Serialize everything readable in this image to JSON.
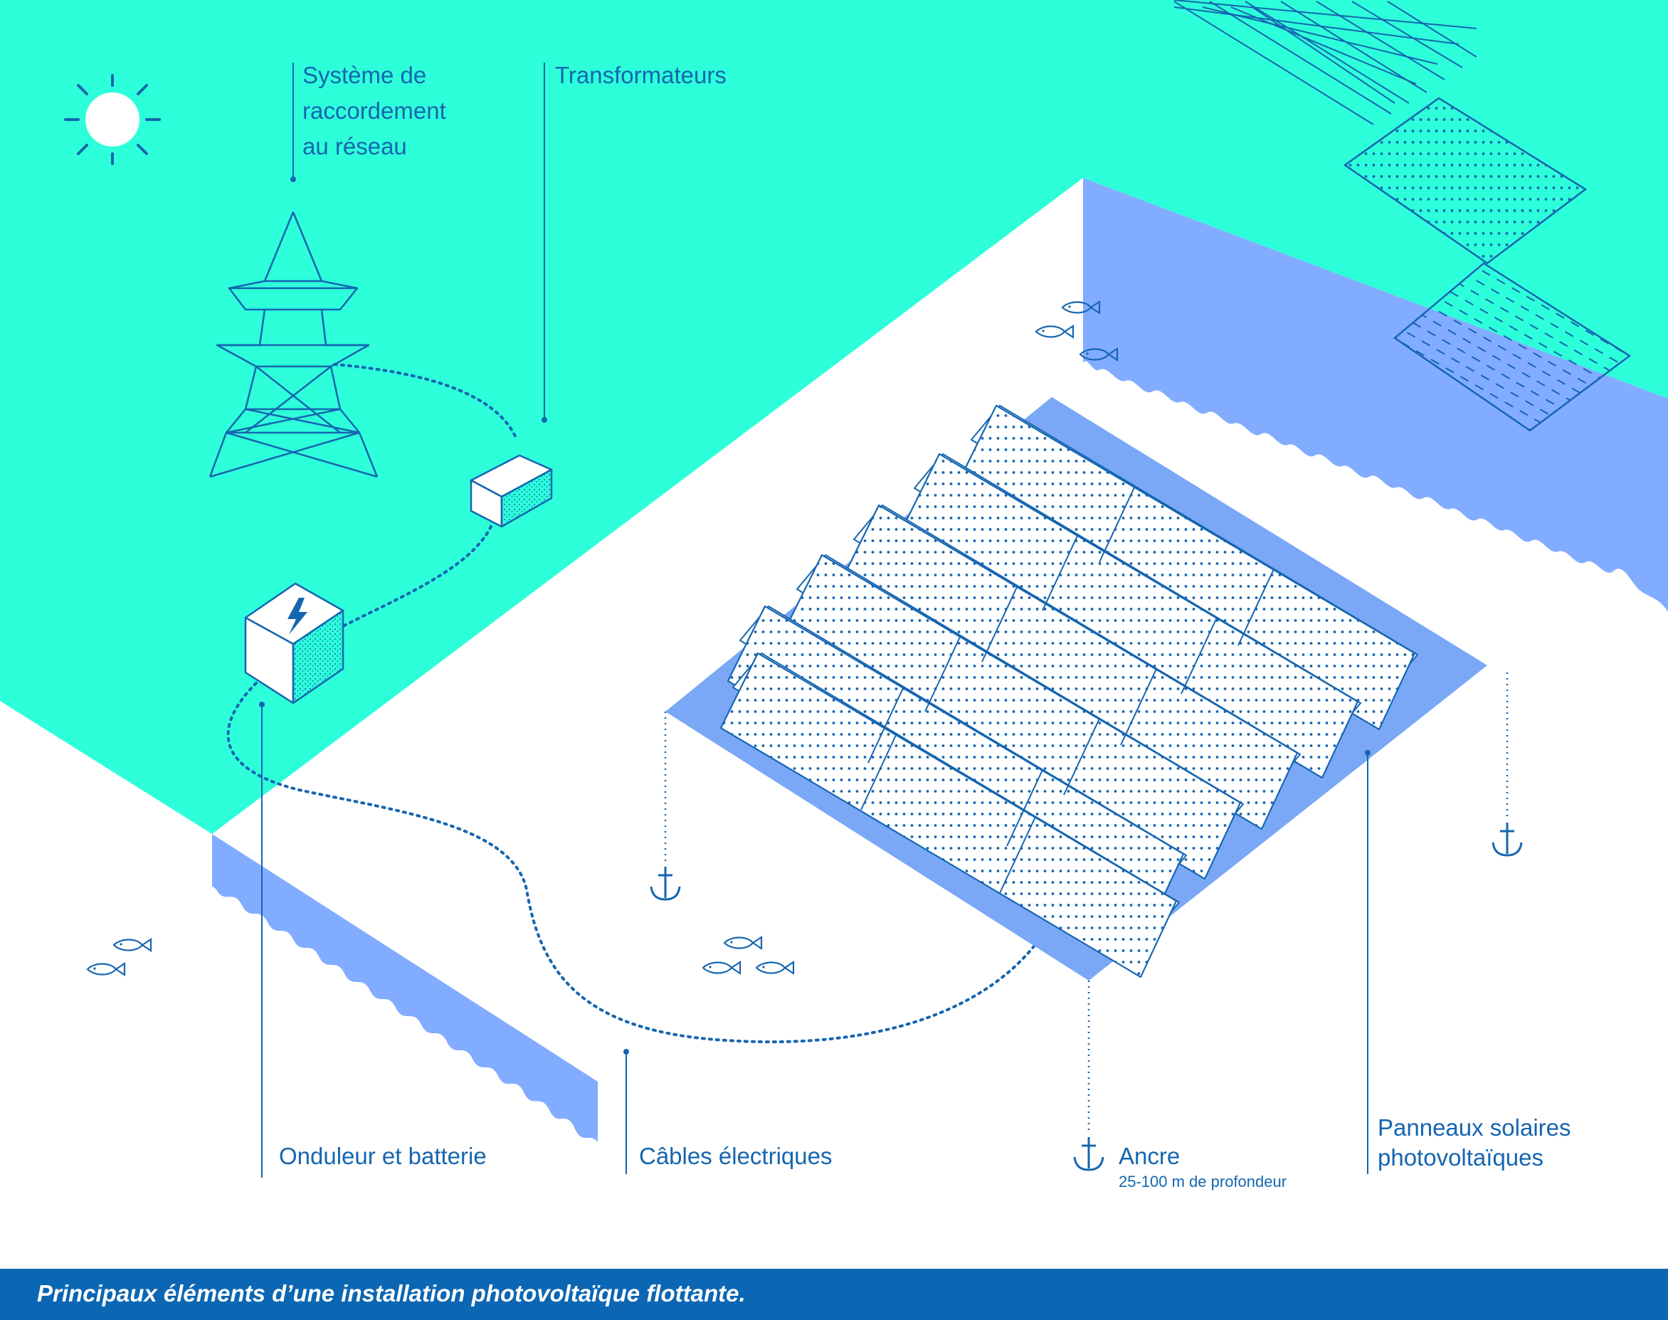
{
  "labels": {
    "grid_connection": [
      "Système de",
      "raccordement",
      "au réseau"
    ],
    "transformers": "Transformateurs",
    "inverter_battery": "Onduleur et batterie",
    "cables": "Câbles électriques",
    "anchor": "Ancre",
    "anchor_depth": "25-100 m de profondeur",
    "solar_panels": [
      "Panneaux solaires",
      "photovoltaïques"
    ]
  },
  "caption": "Principaux éléments d’une installation photovoltaïque flottante.",
  "icons": [
    "sun-icon",
    "pylon-icon",
    "transformer-icon",
    "inverter-icon",
    "lightning-icon",
    "fish-icon",
    "anchor-icon"
  ],
  "colors": {
    "land": "#2cffda",
    "water_edge": "#82acff",
    "raft": "#7aa8f7",
    "line": "#1565b0",
    "caption_bar": "#0b66b3",
    "background": "#ffffff"
  }
}
